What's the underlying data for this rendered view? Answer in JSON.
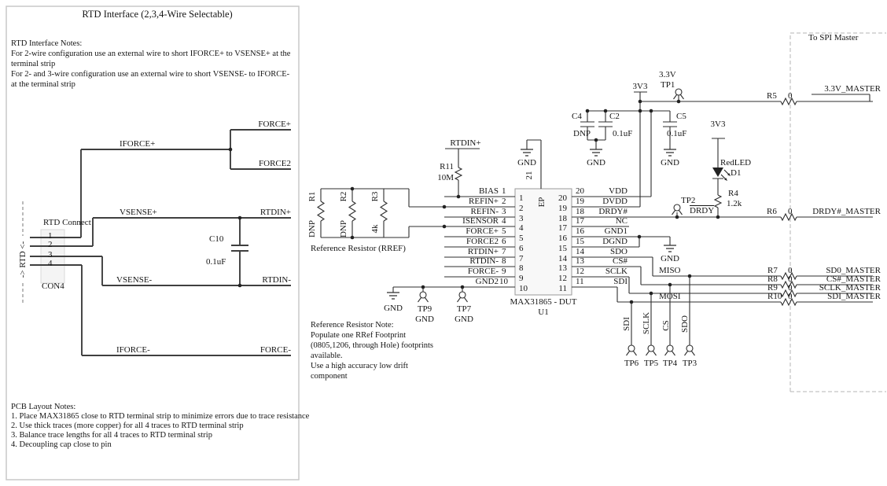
{
  "labels": {
    "gnd": "GND"
  },
  "left_panel": {
    "title": "RTD Interface (2,3,4-Wire Selectable)",
    "rtd_notes": [
      "RTD Interface Notes:",
      "For 2-wire configuration use an external wire to short IFORCE+ to VSENSE+ at the",
      "terminal strip",
      "For 2- and 3-wire configuration use an external wire to short VSENSE- to IFORCE-",
      "at the terminal strip"
    ],
    "pcb_notes": [
      "PCB Layout Notes:",
      "1. Place MAX31865 close to RTD terminal strip to minimize errors due to trace resistance",
      "2. Use thick traces (more copper) for all 4 traces to RTD terminal strip",
      "3. Balance trace lengths for all 4 traces to RTD terminal strip",
      "4. Decoupling cap close to pin"
    ],
    "nets": {
      "iforce_p": "IFORCE+",
      "force_p": "FORCE+",
      "force2": "FORCE2",
      "vsense_p": "VSENSE+",
      "rtdin_p": "RTDIN+",
      "vsense_n": "VSENSE-",
      "rtdin_n": "RTDIN-",
      "iforce_n": "IFORCE-",
      "force_n": "FORCE-"
    },
    "c10": {
      "ref": "C10",
      "value": "0.1uF"
    },
    "connector": {
      "title": "RTD Connect",
      "ref": "CON4",
      "pins": [
        "1",
        "2",
        "3",
        "4"
      ],
      "flag": "-> RTD <-"
    }
  },
  "rref": {
    "caption": "Reference Resistor (RREF)",
    "note": [
      "Reference Resistor Note:",
      "Populate one RRef Footprint",
      "(0805,1206, through Hole) footprints",
      "available.",
      "Use a high accuracy low drift",
      "component"
    ],
    "r1": "R1",
    "r1_val": "DNP",
    "r2": "R2",
    "r2_val": "DNP",
    "r3": "R3",
    "r3_val": "4k",
    "r11": "R11",
    "r11_val": "10M",
    "rtdin_flag": "RTDIN+"
  },
  "ic": {
    "part": "MAX31865 - DUT",
    "refdes": "U1",
    "ep": "EP",
    "ep_pin": "21",
    "left_pins": [
      {
        "num": "1",
        "name": "BIAS"
      },
      {
        "num": "2",
        "name": "REFIN+"
      },
      {
        "num": "3",
        "name": "REFIN-"
      },
      {
        "num": "4",
        "name": "ISENSOR"
      },
      {
        "num": "5",
        "name": "FORCE+"
      },
      {
        "num": "6",
        "name": "FORCE2"
      },
      {
        "num": "7",
        "name": "RTDIN+"
      },
      {
        "num": "8",
        "name": "RTDIN-"
      },
      {
        "num": "9",
        "name": "FORCE-"
      },
      {
        "num": "10",
        "name": "GND2"
      }
    ],
    "right_pins": [
      {
        "num": "20",
        "name": "VDD"
      },
      {
        "num": "19",
        "name": "DVDD"
      },
      {
        "num": "18",
        "name": "DRDY#"
      },
      {
        "num": "17",
        "name": "NC"
      },
      {
        "num": "16",
        "name": "GND1"
      },
      {
        "num": "15",
        "name": "DGND"
      },
      {
        "num": "14",
        "name": "SDO"
      },
      {
        "num": "13",
        "name": "CS#"
      },
      {
        "num": "12",
        "name": "SCLK"
      },
      {
        "num": "11",
        "name": "SDI"
      }
    ]
  },
  "power": {
    "rail_flag": "3V3",
    "tp1_net": "3.3V",
    "tp1": "TP1",
    "c4": "C4",
    "c4_val": "DNP",
    "c2": "C2",
    "c2_val": "0.1uF",
    "c5": "C5",
    "c5_val": "0.1uF",
    "led_flag": "3V3",
    "led_name": "RedLED",
    "led_ref": "D1",
    "r4": "R4",
    "r4_val": "1.2k"
  },
  "spi": {
    "boundary": "To SPI Master",
    "tp2": "TP2",
    "tp2_net": "DRDY",
    "miso": "MISO",
    "mosi": "MOSI",
    "rows": [
      {
        "ref": "R5",
        "val": "0",
        "net": "3.3V_MASTER"
      },
      {
        "ref": "R6",
        "val": "0",
        "net": "DRDY#_MASTER"
      },
      {
        "ref": "R7",
        "val": "0",
        "net": "SD0_MASTER"
      },
      {
        "ref": "R8",
        "val": "0",
        "net": "CS#_MASTER"
      },
      {
        "ref": "R9",
        "val": "0",
        "net": "SCLK_MASTER"
      },
      {
        "ref": "R10",
        "val": "0",
        "net": "SDI_MASTER"
      }
    ],
    "tps": [
      {
        "ref": "TP6",
        "net": "SDI"
      },
      {
        "ref": "TP5",
        "net": "SCLK"
      },
      {
        "ref": "TP4",
        "net": "CS"
      },
      {
        "ref": "TP3",
        "net": "SDO"
      }
    ]
  },
  "gnd_area": {
    "tp9": "TP9",
    "tp7": "TP7"
  }
}
